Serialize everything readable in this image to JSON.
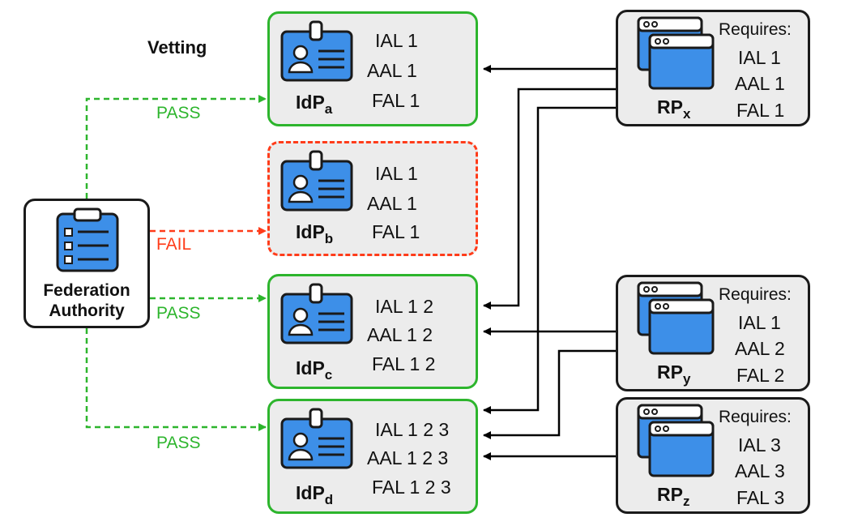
{
  "heading": "Vetting",
  "federation_authority": {
    "line1": "Federation",
    "line2": "Authority"
  },
  "vetting_labels": {
    "a": "PASS",
    "b": "FAIL",
    "c": "PASS",
    "d": "PASS"
  },
  "idps": [
    {
      "name": "IdP",
      "sub": "a",
      "ial": "IAL 1",
      "aal": "AAL 1",
      "fal": "FAL 1",
      "status": "PASS"
    },
    {
      "name": "IdP",
      "sub": "b",
      "ial": "IAL 1",
      "aal": "AAL 1",
      "fal": "FAL 1",
      "status": "FAIL"
    },
    {
      "name": "IdP",
      "sub": "c",
      "ial": "IAL 1 2",
      "aal": "AAL 1 2",
      "fal": "FAL 1 2",
      "status": "PASS"
    },
    {
      "name": "IdP",
      "sub": "d",
      "ial": "IAL 1 2 3",
      "aal": "AAL 1 2 3",
      "fal": "FAL 1 2 3",
      "status": "PASS"
    }
  ],
  "rps": [
    {
      "name": "RP",
      "sub": "x",
      "requires": "Requires:",
      "ial": "IAL 1",
      "aal": "AAL 1",
      "fal": "FAL 1"
    },
    {
      "name": "RP",
      "sub": "y",
      "requires": "Requires:",
      "ial": "IAL 1",
      "aal": "AAL 2",
      "fal": "FAL 2"
    },
    {
      "name": "RP",
      "sub": "z",
      "requires": "Requires:",
      "ial": "IAL 3",
      "aal": "AAL 3",
      "fal": "FAL 3"
    }
  ],
  "colors": {
    "pass": "#2db52d",
    "fail": "#ff3c1a",
    "icon_fill": "#3d8fe8",
    "box_bg": "#ececec"
  }
}
